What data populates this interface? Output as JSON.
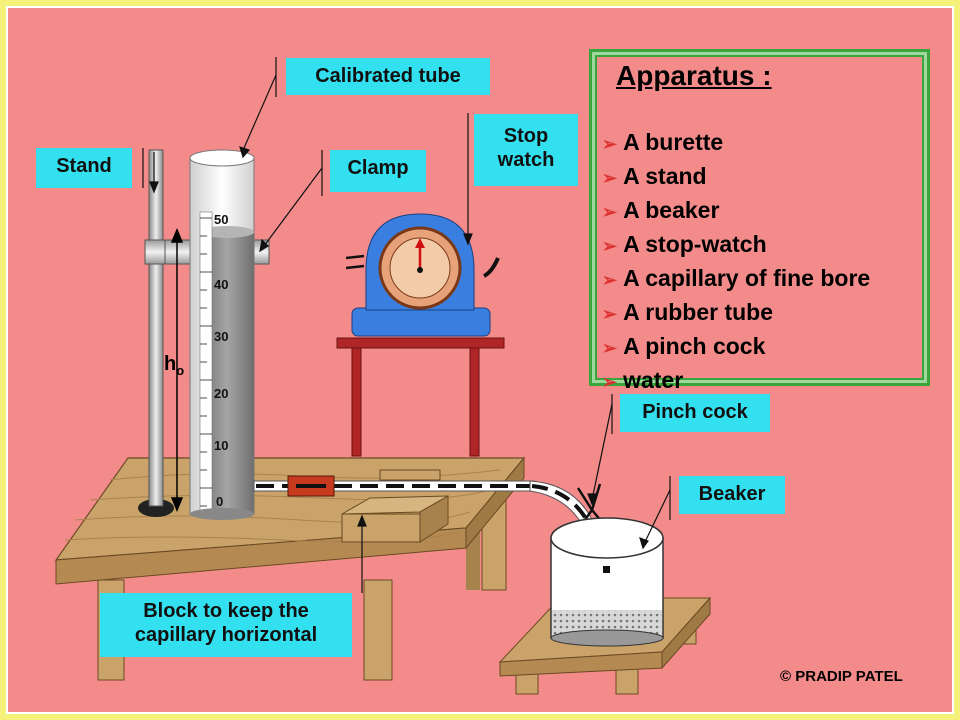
{
  "labels": {
    "calibrated_tube": "Calibrated tube",
    "stand": "Stand",
    "clamp": "Clamp",
    "stop_watch_line1": "Stop",
    "stop_watch_line2": "watch",
    "pinch_cock": "Pinch cock",
    "beaker": "Beaker",
    "block_line1": "Block to keep the",
    "block_line2": "capillary horizontal",
    "height_symbol": "h",
    "height_subscript": "o"
  },
  "scale": [
    "50",
    "40",
    "30",
    "20",
    "10",
    "0"
  ],
  "apparatus": {
    "title": "Apparatus :",
    "items": [
      "A burette",
      "A stand",
      "A beaker",
      "A stop-watch",
      "A capillary of fine bore",
      "A rubber tube",
      "A pinch cock",
      "water"
    ]
  },
  "copyright": "PRADIP PATEL",
  "colors": {
    "slide_bg": "#f48b8b",
    "frame": "#f5f07a",
    "label_bg": "#33e0f0",
    "table_wood": "#c9a36a",
    "stopwatch_case": "#3a7fe0",
    "stool": "#b02626"
  }
}
